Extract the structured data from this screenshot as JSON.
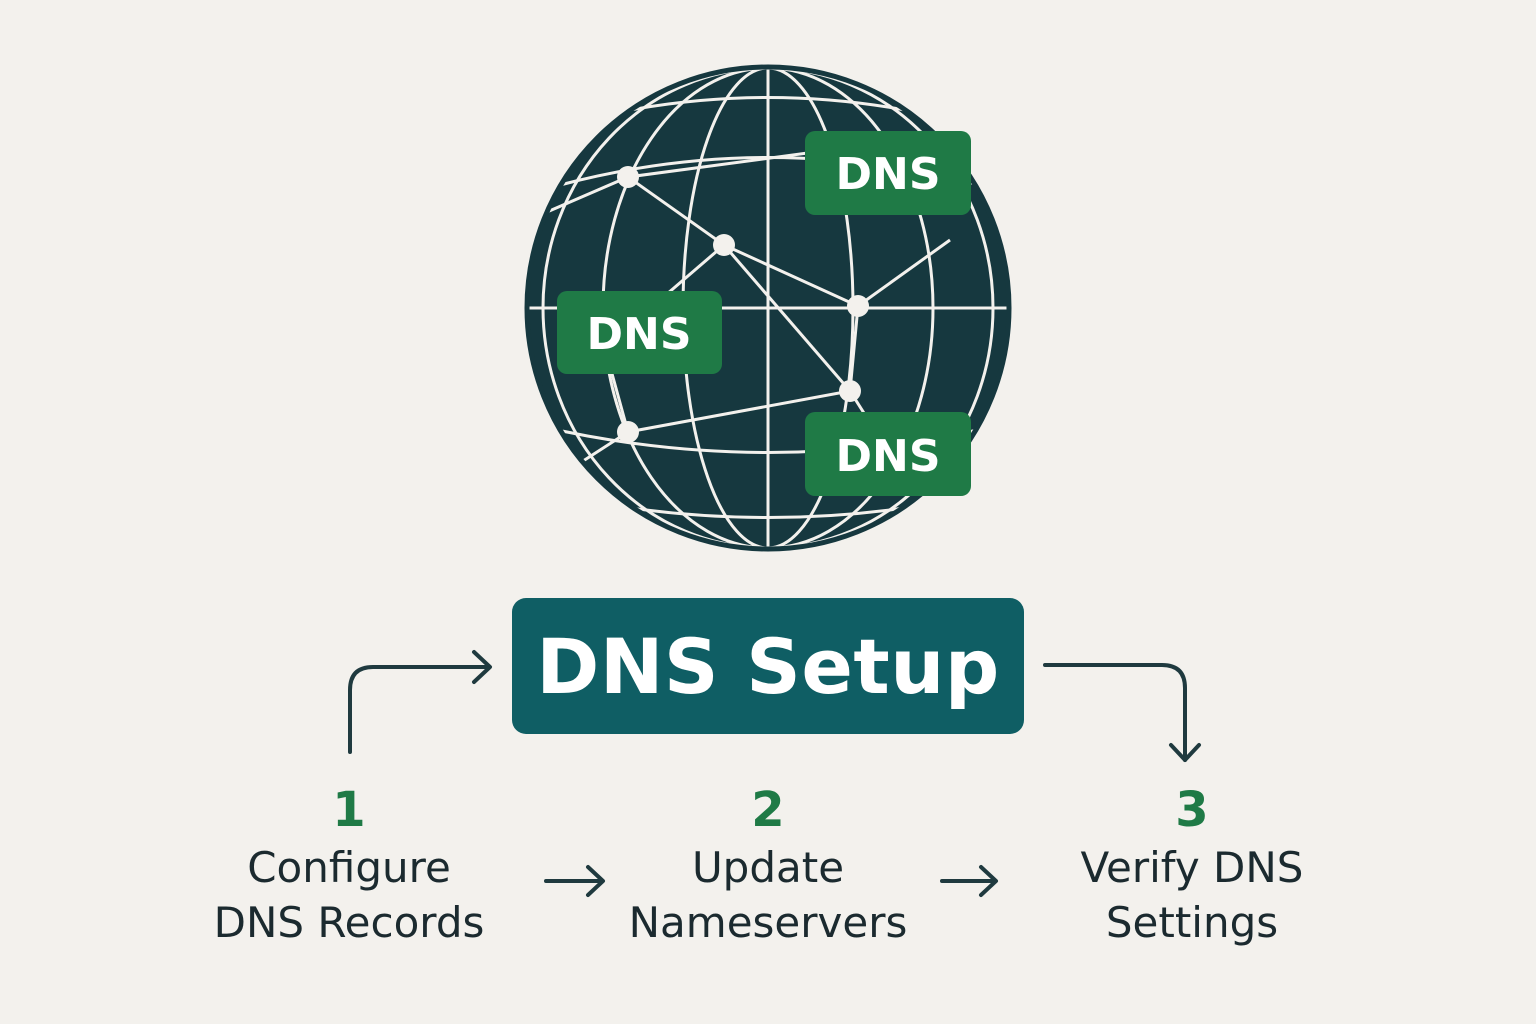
{
  "globe": {
    "badges": [
      {
        "label": "DNS"
      },
      {
        "label": "DNS"
      },
      {
        "label": "DNS"
      }
    ]
  },
  "setup": {
    "title": "DNS Setup"
  },
  "steps": [
    {
      "number": "1",
      "label": "Configure\nDNS Records"
    },
    {
      "number": "2",
      "label": "Update\nNameservers"
    },
    {
      "number": "3",
      "label": "Verify DNS\nSettings"
    }
  ],
  "colors": {
    "background": "#f3f1ed",
    "globe_fill": "#16383f",
    "globe_lines": "#f3f1ed",
    "badge": "#1f7a46",
    "setup_box": "#0f5e64",
    "step_number": "#1f7a46",
    "arrow": "#1f3a3f"
  }
}
